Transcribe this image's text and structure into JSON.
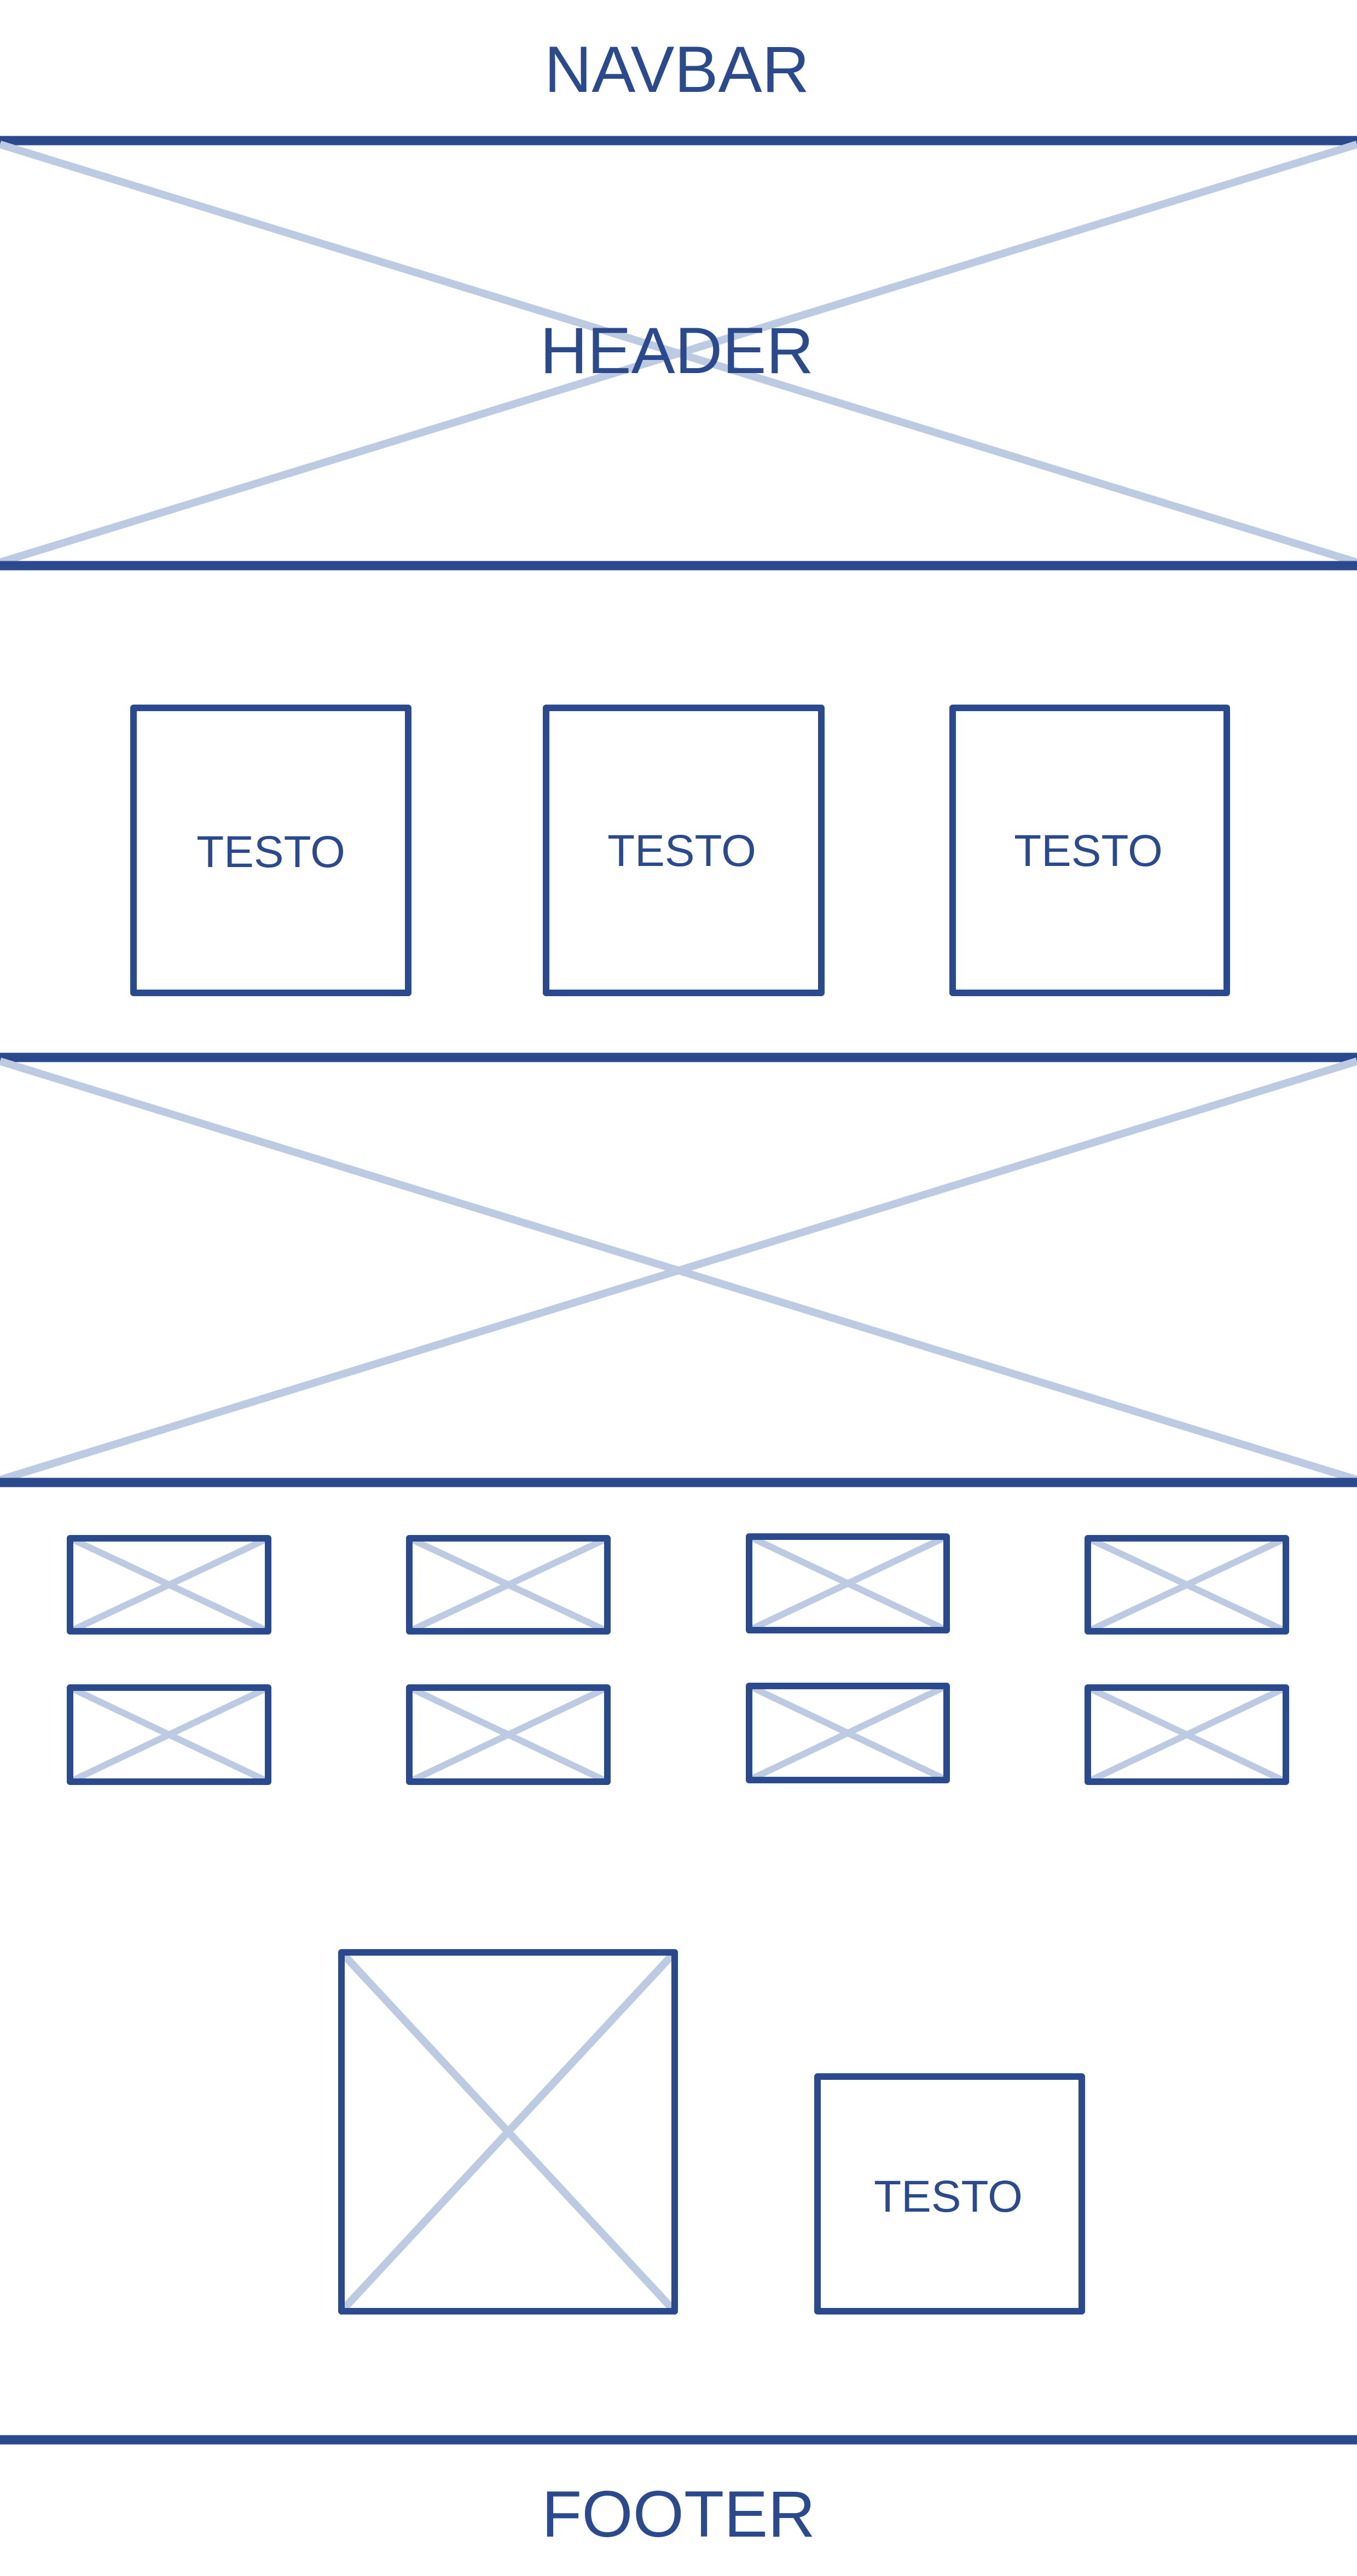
{
  "navbar": {
    "label": "NAVBAR"
  },
  "header": {
    "label": "HEADER"
  },
  "text_boxes": {
    "label": "TESTO"
  },
  "feature": {
    "label": "TESTO"
  },
  "footer": {
    "label": "FOOTER"
  },
  "colors": {
    "primary": "#2b4a8e",
    "placeholder_cross": "#bccbe1",
    "background": "#ffffff"
  }
}
